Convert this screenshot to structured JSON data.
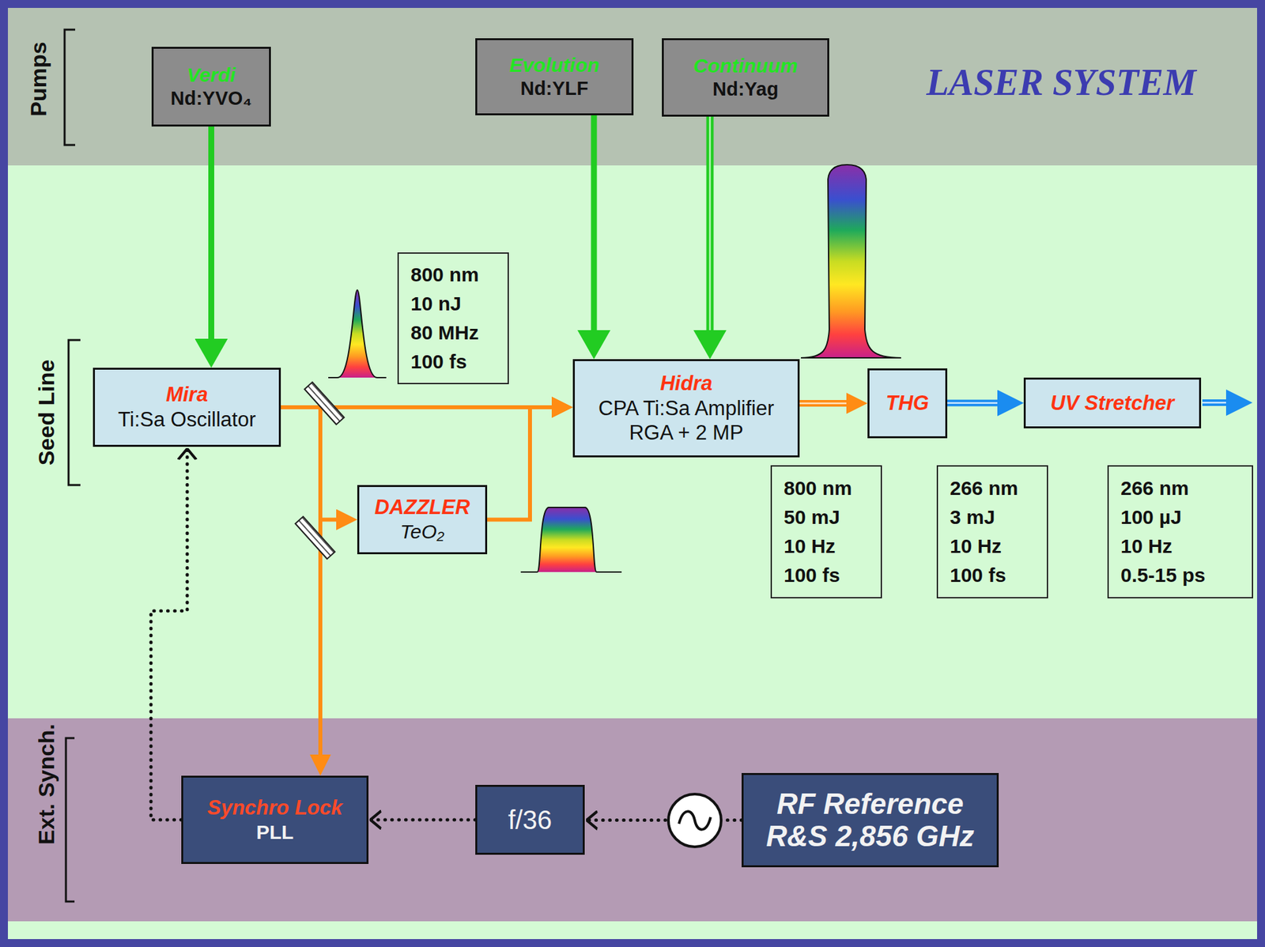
{
  "diagram": {
    "nodes": [
      {
        "text": [
          "Verdi",
          "Nd:YVO₄"
        ]
      },
      {
        "text": [
          "Evolution",
          "Nd:YLF"
        ]
      },
      {
        "text": [
          "Continuum",
          "Nd:Yag"
        ]
      },
      {
        "text": [
          "800 nm",
          "10 nJ",
          "80 MHz",
          "100 fs"
        ]
      },
      {
        "text": [
          "Mira",
          "Ti:Sa Oscillator"
        ]
      },
      {
        "text": [
          "Hidra",
          "CPA Ti:Sa Amplifier RGA + 2 MP"
        ]
      },
      {
        "text": [
          "THG"
        ]
      },
      {
        "text": [
          "UV Stretcher"
        ]
      },
      {
        "text": [
          "800 nm",
          "50 mJ",
          "10 Hz",
          "100 fs"
        ]
      },
      {
        "text": [
          "266 nm",
          "3 mJ",
          "10 Hz",
          "100 fs"
        ]
      },
      {
        "text": [
          "266 nm",
          "100 µJ",
          "10 Hz",
          "0.5-15 ps"
        ]
      },
      {
        "text": [
          "DAZZLER",
          "TeO₂"
        ]
      },
      {
        "text": [
          "Synchro Lock",
          "PLL"
        ]
      },
      {
        "text": [
          "f/36"
        ]
      },
      {
        "text": [
          "RF Reference R&S 2,856 GHz"
        ]
      }
    ],
    "edges": [
      {
        "from": 0,
        "to": 4,
        "arrow": "to"
      },
      {
        "from": 1,
        "to": 5,
        "arrow": "to"
      },
      {
        "from": 2,
        "to": 5,
        "arrow": "to"
      },
      {
        "from": 4,
        "to": 5,
        "arrow": "to"
      },
      {
        "from": 4,
        "to": 11,
        "arrow": "to"
      },
      {
        "from": 4,
        "to": 12,
        "arrow": "to"
      },
      {
        "from": 11,
        "to": 5,
        "arrow": "to"
      },
      {
        "from": 5,
        "to": 6,
        "arrow": "to"
      },
      {
        "from": 6,
        "to": 7,
        "arrow": "to"
      },
      {
        "from": 12,
        "to": 4,
        "arrow": "to"
      },
      {
        "from": 13,
        "to": 12,
        "arrow": "to"
      },
      {
        "from": 14,
        "to": 13,
        "arrow": "to"
      }
    ],
    "labels": [
      "Pumps",
      "LASER SYSTEM",
      "Seed Line",
      "Ext. Synch."
    ]
  }
}
